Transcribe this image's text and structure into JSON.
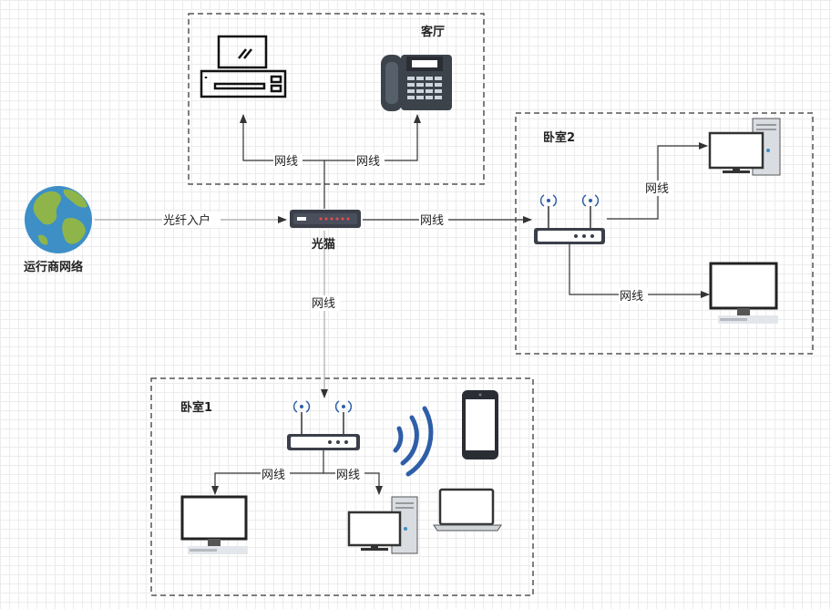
{
  "rooms": {
    "living": "客厅",
    "bedroom2": "卧室2",
    "bedroom1": "卧室1"
  },
  "nodes": {
    "isp": "运行商网络",
    "modem": "光猫"
  },
  "edges": {
    "fiber": "光纤入户",
    "to_tv": "网线",
    "to_phone": "网线",
    "to_router2": "网线",
    "to_router1": "网线",
    "r2_to_pc": "网线",
    "r2_to_monitor": "网线",
    "r1_to_monitor": "网线",
    "r1_to_pc": "网线"
  },
  "colors": {
    "line": "#333333",
    "fiber_line": "#aaaaaa",
    "dashed_border": "#555555",
    "wifi_arcs": "#2f5ea8",
    "globe_ocean": "#3d8fc6",
    "globe_land": "#8fb54a"
  }
}
